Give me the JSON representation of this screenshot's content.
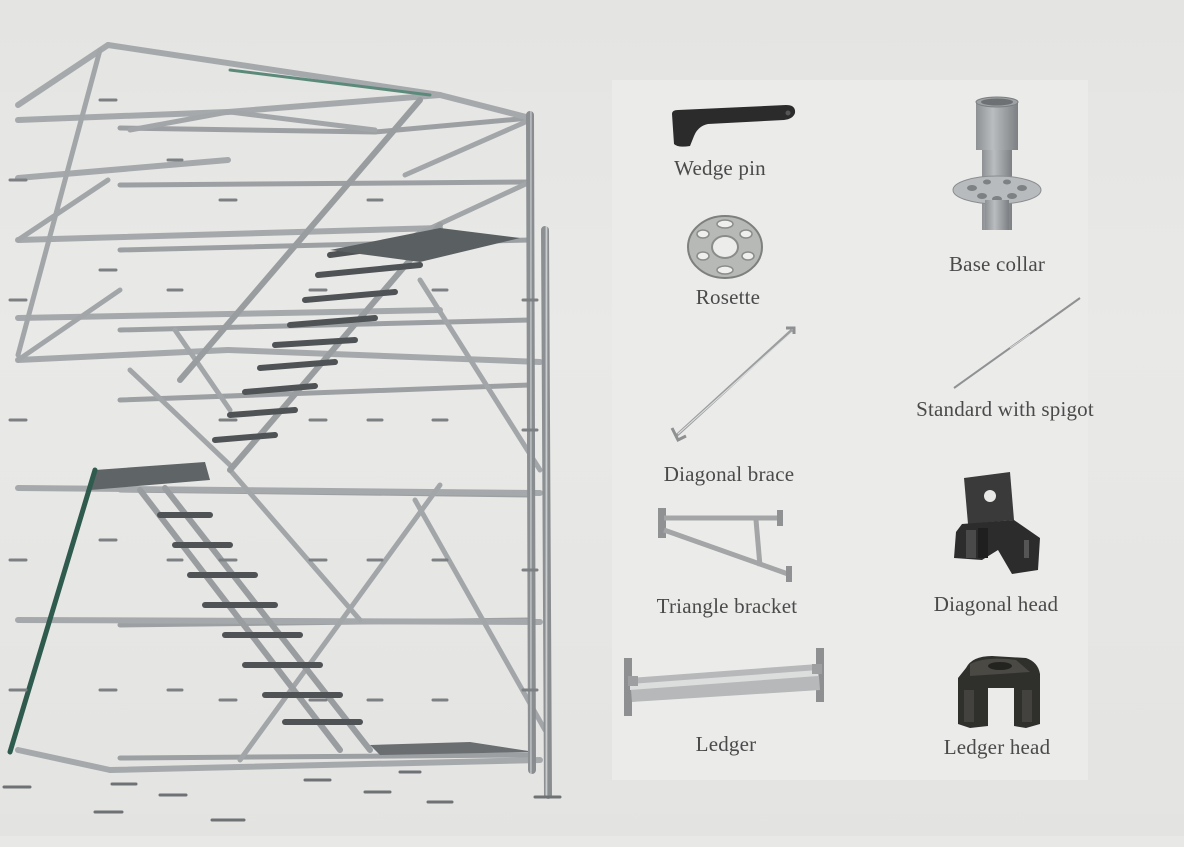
{
  "figure": {
    "main_subject": "Ringlock scaffolding tower with stair access",
    "colors": {
      "background": "#e6e6e4",
      "steel": "#a9acae",
      "steel_dark": "#7d8083",
      "steel_light": "#d3d5d6",
      "green_brace": "#2f5b4e",
      "deck": "#555a5d",
      "black_part": "#2b2b2b",
      "label_text": "#4a4a4a"
    }
  },
  "components": [
    {
      "id": "wedge-pin",
      "label": "Wedge pin",
      "icon": "wedge-pin-icon"
    },
    {
      "id": "base-collar",
      "label": "Base collar",
      "icon": "base-collar-icon"
    },
    {
      "id": "rosette",
      "label": "Rosette",
      "icon": "rosette-icon"
    },
    {
      "id": "standard-with-spigot",
      "label": "Standard with spigot",
      "icon": "standard-icon"
    },
    {
      "id": "diagonal-brace",
      "label": "Diagonal brace",
      "icon": "diagonal-brace-icon"
    },
    {
      "id": "triangle-bracket",
      "label": "Triangle bracket",
      "icon": "triangle-bracket-icon"
    },
    {
      "id": "diagonal-head",
      "label": "Diagonal head",
      "icon": "diagonal-head-icon"
    },
    {
      "id": "ledger",
      "label": "Ledger",
      "icon": "ledger-icon"
    },
    {
      "id": "ledger-head",
      "label": "Ledger head",
      "icon": "ledger-head-icon"
    }
  ]
}
